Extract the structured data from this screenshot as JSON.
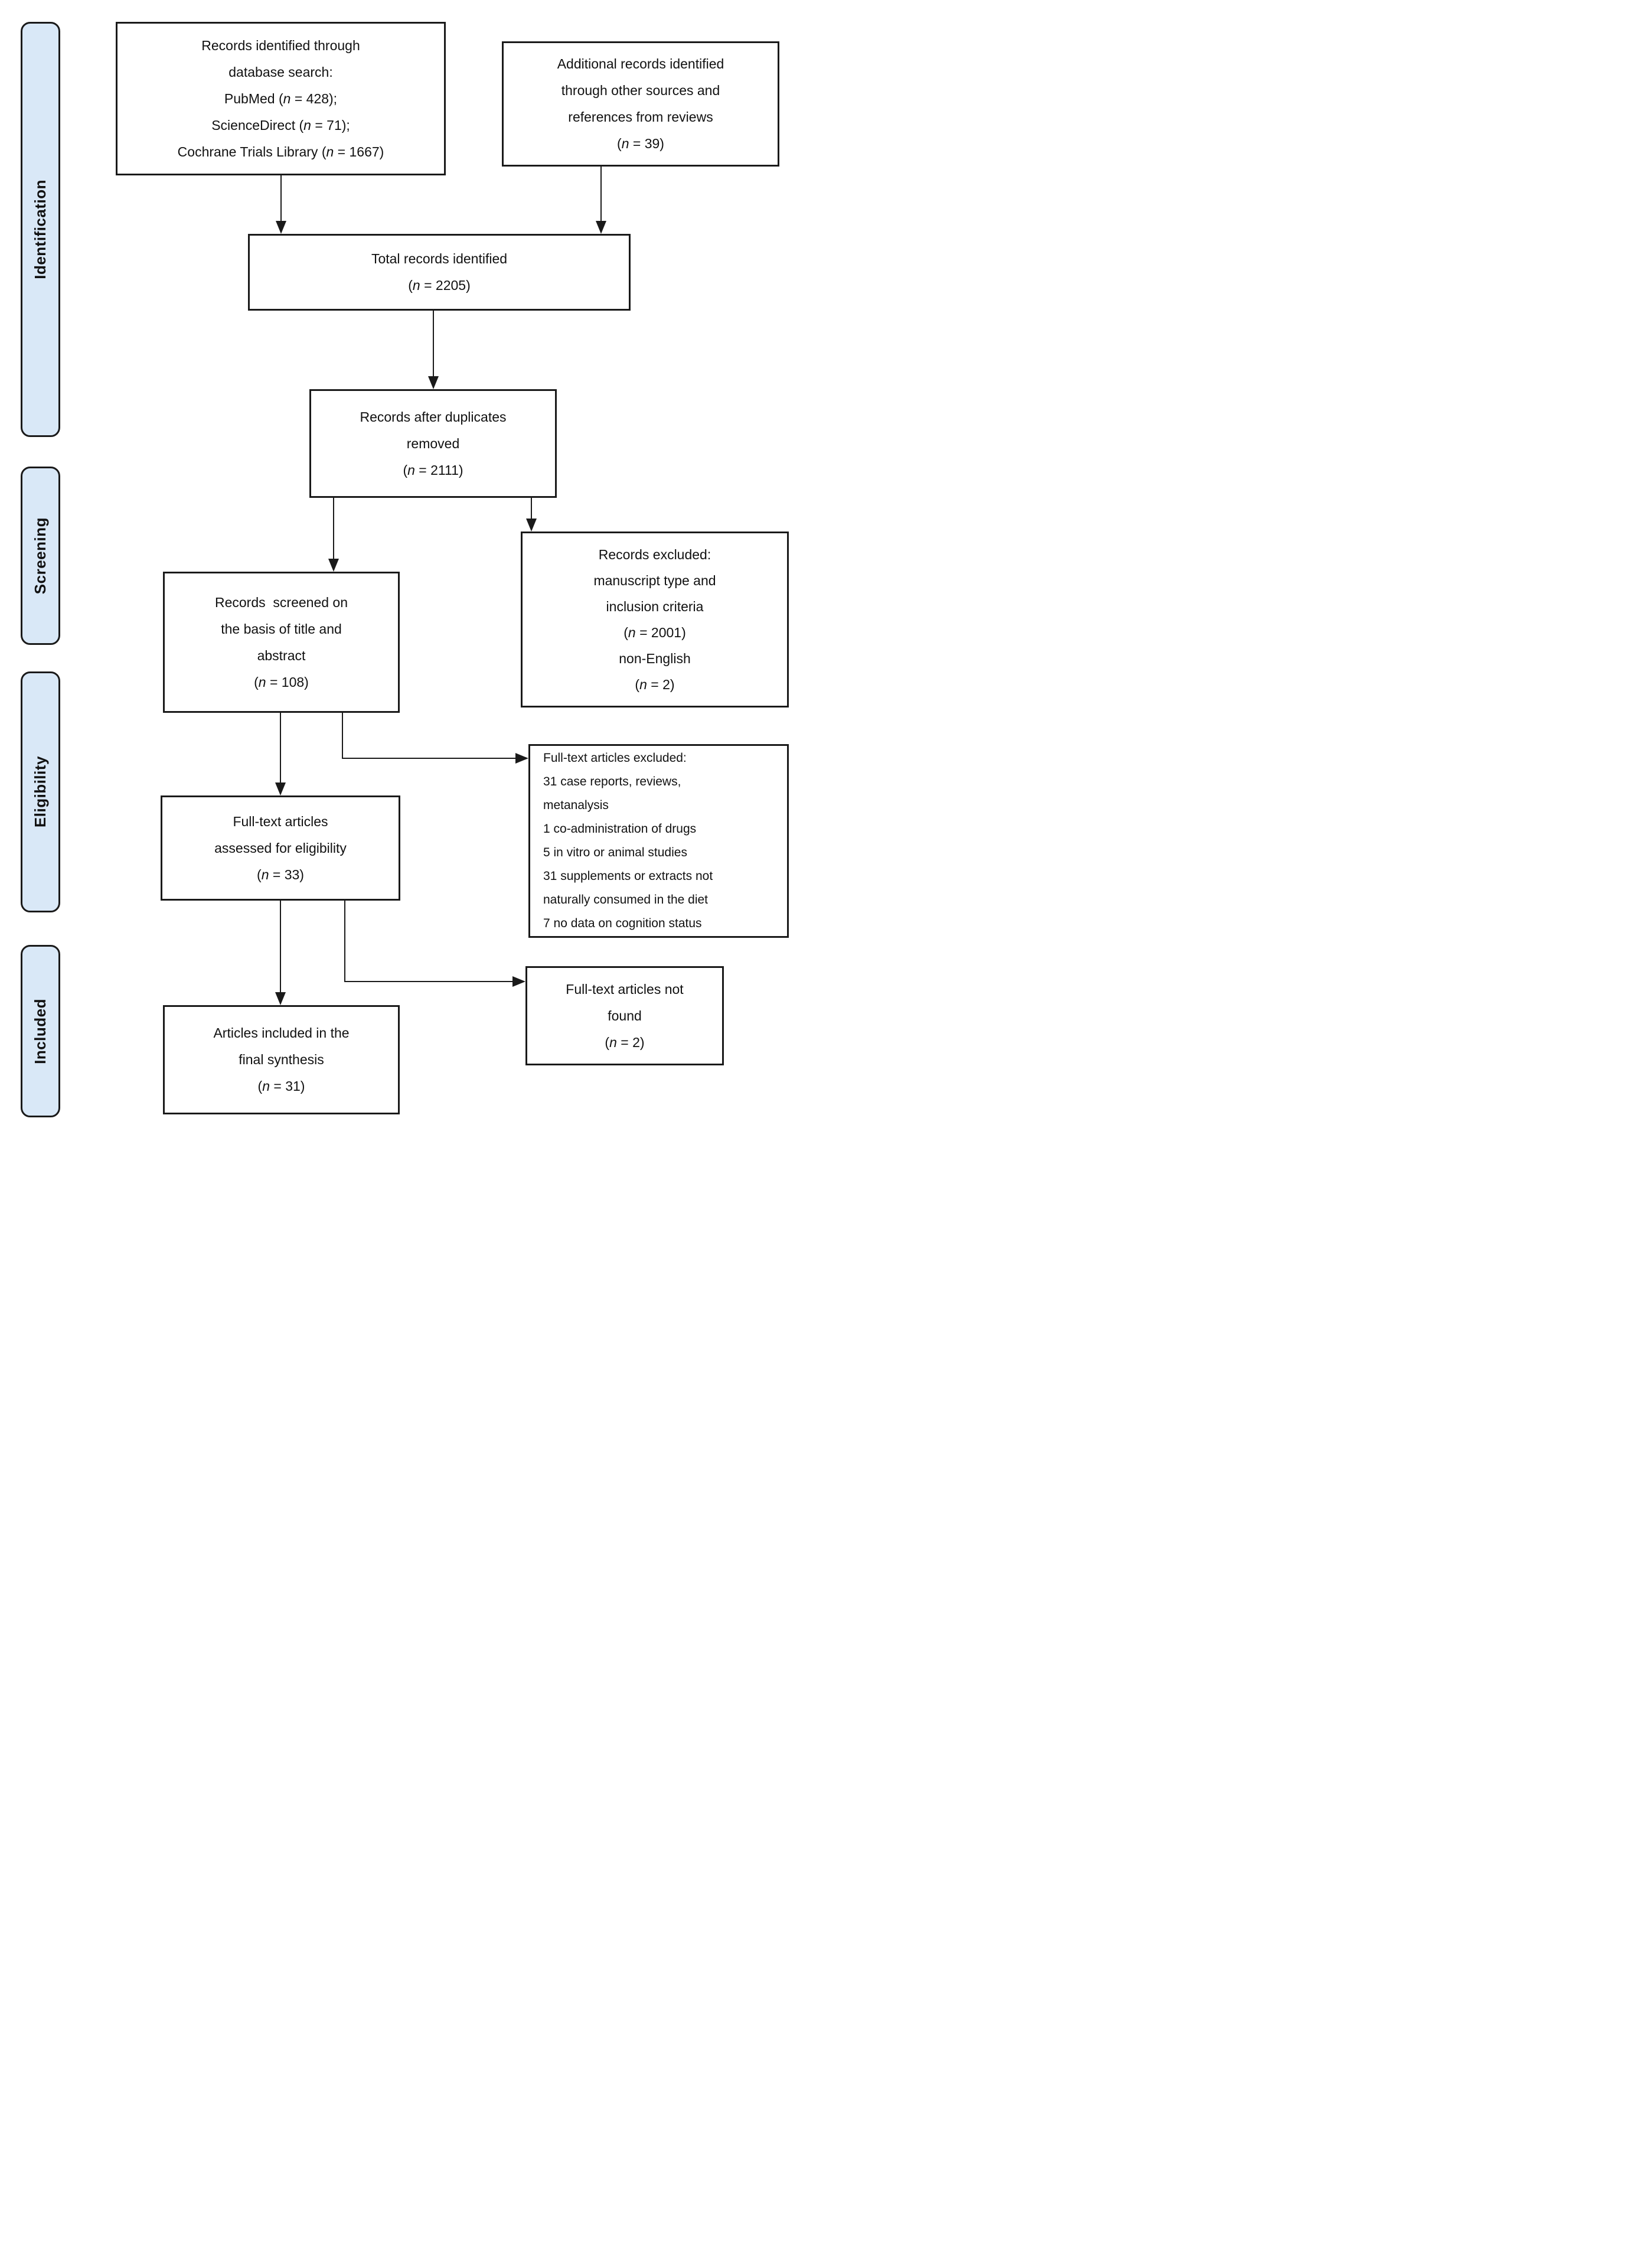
{
  "diagram_type": "prisma-flow-diagram",
  "colors": {
    "stage_fill": "#d9e8f7",
    "stage_border": "#1a1a1a",
    "box_border": "#1a1a1a",
    "line": "#1a1a1a",
    "text": "#111111",
    "background": "#ffffff"
  },
  "stages": [
    {
      "label": "Identification"
    },
    {
      "label": "Screening"
    },
    {
      "label": "Eligibility"
    },
    {
      "label": "Included"
    }
  ],
  "boxes": {
    "identified_db": {
      "text": "Records identified through\ndatabase search:\nPubMed (n = 428);\nScienceDirect (n = 71);\nCochrane Trials Library (n = 1667)"
    },
    "additional": {
      "text": "Additional records identified\nthrough other sources and\nreferences from reviews\n(n = 39)"
    },
    "total": {
      "text": "Total records identified\n(n = 2205)"
    },
    "duplicates_removed": {
      "text": "Records after duplicates\nremoved\n(n = 2111)"
    },
    "records_excluded": {
      "text": "Records excluded:\nmanuscript type and\ninclusion criteria\n(n = 2001)\nnon-English\n(n = 2)"
    },
    "records_screened": {
      "text": "Records  screened on\nthe basis of title and\nabstract\n(n = 108)"
    },
    "fulltext_excluded": {
      "text": "Full-text articles excluded:\n31 case reports, reviews,\nmetanalysis\n1 co-administration of drugs\n5 in vitro or animal studies\n31 supplements or extracts not\nnaturally consumed in the diet\n7 no data on cognition status"
    },
    "fulltext_assessed": {
      "text": "Full-text articles\nassessed for eligibility\n(n = 33)"
    },
    "fulltext_not_found": {
      "text": "Full-text articles not\nfound\n(n = 2)"
    },
    "included_final": {
      "text": "Articles included in the\nfinal synthesis\n(n = 31)"
    }
  }
}
